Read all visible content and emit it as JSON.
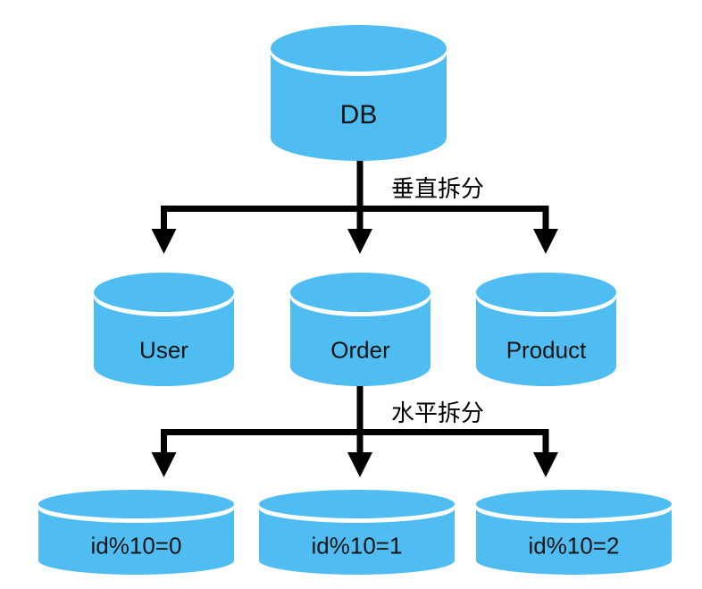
{
  "colors": {
    "background": "#ffffff",
    "cylinder_fill": "#4fbdf2",
    "cylinder_gap": "#ffffff",
    "arrow": "#000000",
    "text": "#131313"
  },
  "db": {
    "label": "DB"
  },
  "vertical_split": {
    "label": "垂直拆分",
    "shards": [
      {
        "label": "User"
      },
      {
        "label": "Order"
      },
      {
        "label": "Product"
      }
    ]
  },
  "horizontal_split": {
    "label": "水平拆分",
    "source": "Order",
    "shards": [
      {
        "label": "id%10=0"
      },
      {
        "label": "id%10=1"
      },
      {
        "label": "id%10=2"
      }
    ]
  }
}
